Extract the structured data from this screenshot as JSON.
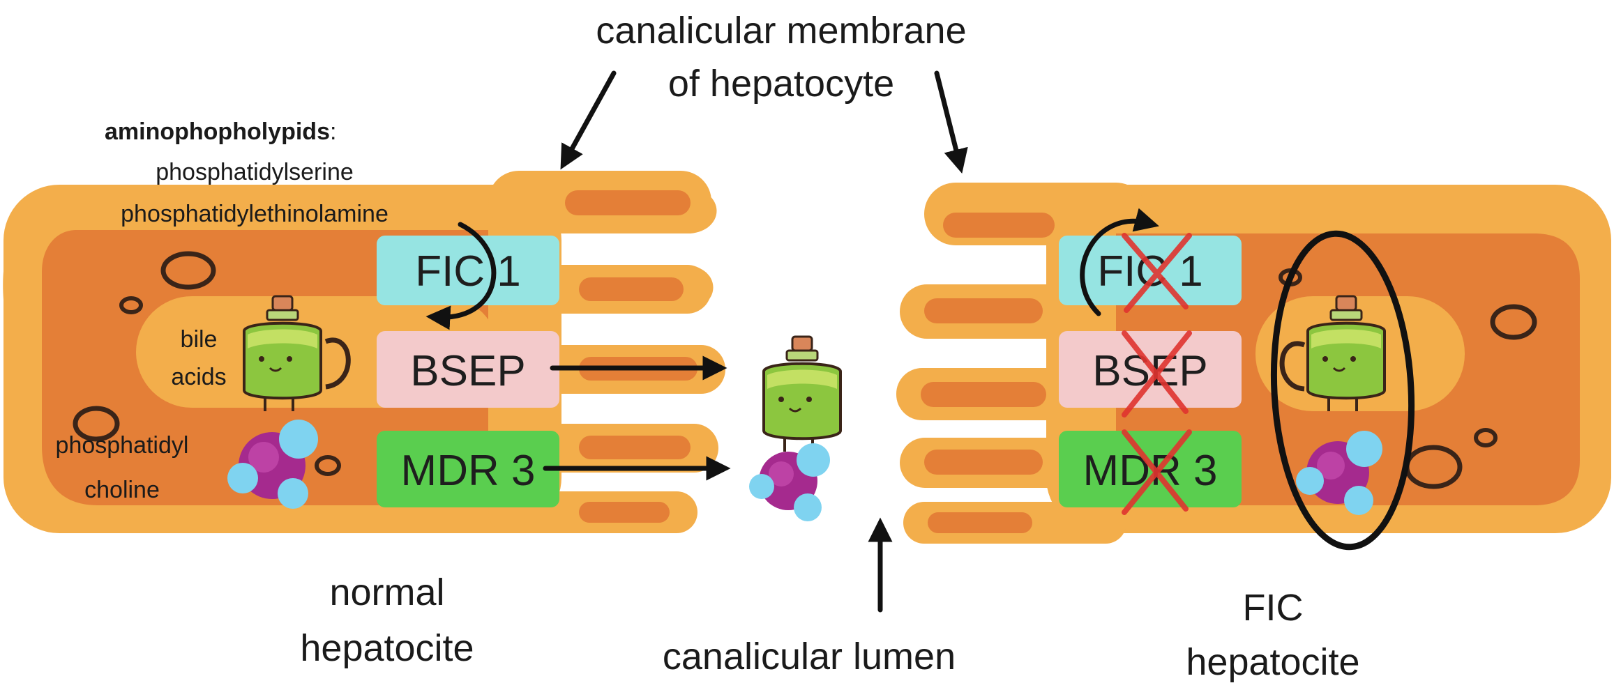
{
  "labels": {
    "membrane_line1": "canalicular membrane",
    "membrane_line2": "of hepatocyte",
    "aminophospholipids_title": "aminophopholypids",
    "aminophospholipids_colon": ":",
    "phosphatidylserine": "phosphatidylserine",
    "phosphatidylethanolamine": "phosphatidylethinolamine",
    "bile_line1": "bile",
    "bile_line2": "acids",
    "pc_line1": "phosphatidyl",
    "pc_line2": "choline",
    "normal_line1": "normal",
    "normal_line2": "hepatocite",
    "lumen": "canalicular lumen",
    "fic_line1": "FIC",
    "fic_line2": "hepatocite"
  },
  "left_cell": {
    "transporters": [
      "FIC 1",
      "BSEP",
      "MDR 3"
    ]
  },
  "right_cell": {
    "transporters": [
      "FIC 1",
      "BSEP",
      "MDR 3"
    ]
  },
  "colors": {
    "cell_outer": "#F3AE4B",
    "cell_inner": "#E47F37",
    "nucleus": "#F3AE4B",
    "fic1_box": "#96E4E2",
    "bsep_box": "#F3CACB",
    "mdr3_box": "#5ACE4F",
    "cross": "#E0342F"
  }
}
